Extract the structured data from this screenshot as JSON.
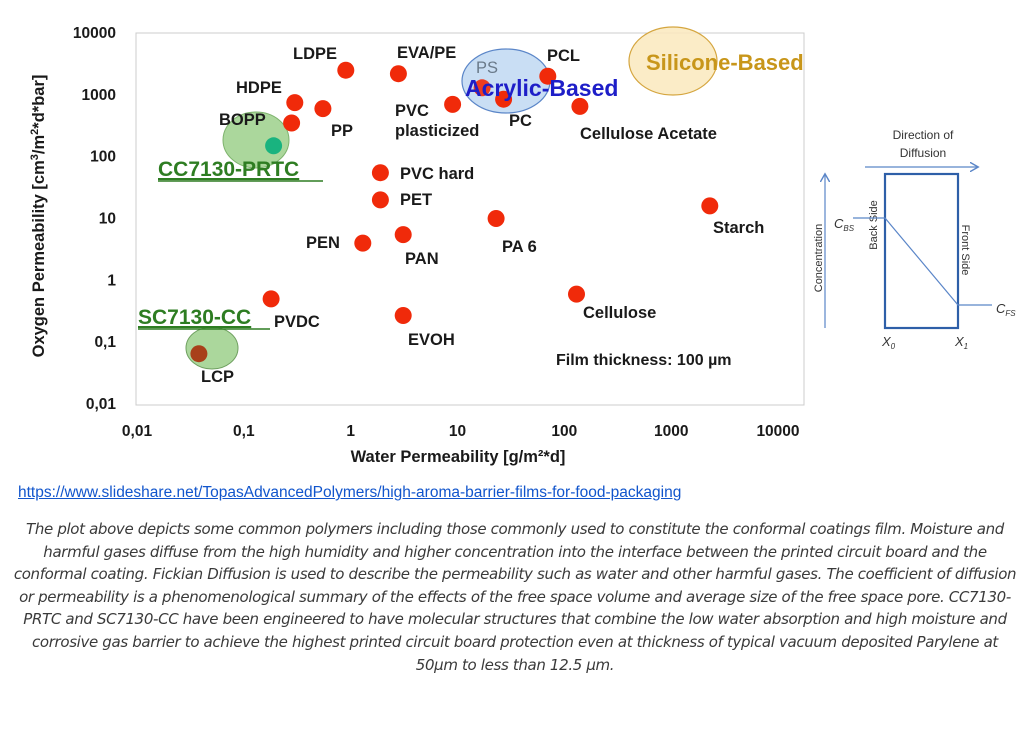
{
  "chart_data": {
    "type": "scatter",
    "xlabel": "Water Permeability [g/m²*d]",
    "ylabel_main": "Oxygen Permeability [cm",
    "ylabel_sup1": "3",
    "ylabel_mid": "/m",
    "ylabel_sup2": "2",
    "ylabel_tail": "*d*bar]",
    "x_scale": "log",
    "y_scale": "log",
    "xlim": [
      0.01,
      10000
    ],
    "ylim": [
      0.01,
      10000
    ],
    "x_ticks": [
      "0,01",
      "0,1",
      "1",
      "10",
      "100",
      "1000",
      "10000"
    ],
    "y_ticks": [
      "0,01",
      "0,1",
      "1",
      "10",
      "100",
      "1000",
      "10000"
    ],
    "grid": false,
    "note": "Film thickness: 100 µm",
    "points": [
      {
        "label": "LDPE",
        "x": 0.9,
        "y": 2500
      },
      {
        "label": "EVA/PE",
        "x": 2.8,
        "y": 2200
      },
      {
        "label": "HDPE",
        "x": 0.3,
        "y": 750
      },
      {
        "label": "PP",
        "x": 0.55,
        "y": 600
      },
      {
        "label": "BOPP",
        "x": 0.28,
        "y": 350
      },
      {
        "label": "PVC plasticized",
        "x": 9,
        "y": 700
      },
      {
        "label": "PS",
        "x": 17,
        "y": 1300
      },
      {
        "label": "PC",
        "x": 27,
        "y": 850
      },
      {
        "label": "PCL",
        "x": 70,
        "y": 2000
      },
      {
        "label": "Cellulose Acetate",
        "x": 140,
        "y": 650
      },
      {
        "label": "PVC hard",
        "x": 1.9,
        "y": 55
      },
      {
        "label": "PET",
        "x": 1.9,
        "y": 20
      },
      {
        "label": "PA 6",
        "x": 23,
        "y": 10
      },
      {
        "label": "Starch",
        "x": 2300,
        "y": 16
      },
      {
        "label": "PEN",
        "x": 1.3,
        "y": 4
      },
      {
        "label": "PAN",
        "x": 3.1,
        "y": 5.5
      },
      {
        "label": "PVDC",
        "x": 0.18,
        "y": 0.5
      },
      {
        "label": "Cellulose",
        "x": 130,
        "y": 0.6
      },
      {
        "label": "EVOH",
        "x": 3.1,
        "y": 0.27
      },
      {
        "label": "LCP",
        "x": 0.038,
        "y": 0.065
      },
      {
        "label": "CC7130-PRTC",
        "x": 0.19,
        "y": 150
      }
    ],
    "regions": [
      {
        "label": "Acrylic-Based",
        "x": 20,
        "y": 1400
      },
      {
        "label": "Silicone-Based",
        "x": 300,
        "y": 2500
      },
      {
        "label": "CC7130-PRTC",
        "x": 0.17,
        "y": 170
      },
      {
        "label": "SC7130-CC",
        "x": 0.05,
        "y": 0.08
      }
    ]
  },
  "diagram": {
    "title_line1": "Direction of",
    "title_line2": "Diffusion",
    "concentration": "Concentration",
    "back_side": "Back Side",
    "front_side": "Front Side",
    "c_bs_main": "C",
    "c_bs_sub": "BS",
    "c_fs_main": "C",
    "c_fs_sub": "FS",
    "x0_main": "X",
    "x0_sub": "0",
    "x1_main": "X",
    "x1_sub": "1"
  },
  "source_link": "https://www.slideshare.net/TopasAdvancedPolymers/high-aroma-barrier-films-for-food-packaging",
  "caption_lines": [
    "The plot above depicts some common polymers including those commonly used to constitute the conformal coatings film. Moisture and",
    "harmful gases diffuse from the high humidity and higher concentration into the interface between the printed circuit board and the",
    "conformal coating. Fickian Diffusion is used to describe the permeability such as water and other harmful gases. The coefficient of diffusion",
    "or permeability is a phenomenological summary of the effects of the free space volume and average size of the free space pore. CC7130-",
    "PRTC and SC7130-CC have been engineered to have molecular structures that combine the low water absorption and high moisture and",
    "corrosive gas barrier to achieve the highest printed circuit board protection even at thickness of typical vacuum deposited Parylene at",
    "50μm to less than 12.5 μm."
  ],
  "colors": {
    "point": "#f02a0a",
    "cc_point": "#19b37f",
    "lcp_point": "#a8401a",
    "green_region": "#9cd08b",
    "green_label": "#2e7d22",
    "acrylic_fill": "#bcd6f1",
    "acrylic_stroke": "#5b86c8",
    "acrylic_text": "#1e1ec8",
    "silicone_fill": "#fae9bd",
    "silicone_stroke": "#d5a640",
    "silicone_text": "#c8961a",
    "diagram_line": "#2e5fa8"
  }
}
